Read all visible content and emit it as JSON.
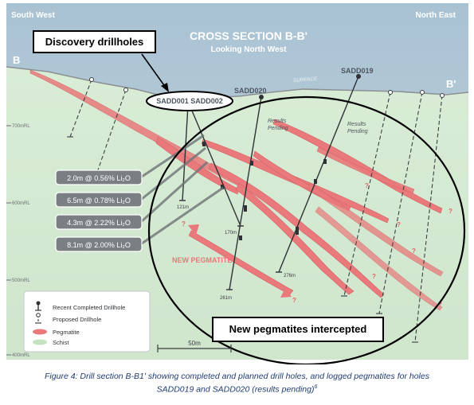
{
  "header": {
    "left_direction": "South West",
    "right_direction": "North East",
    "title": "CROSS SECTION B-B'",
    "subtitle": "Looking North West"
  },
  "section_ends": {
    "left": "B",
    "right": "B'"
  },
  "surface_label": "SURFACE",
  "elevation_labels": [
    "700mRL",
    "600mRL",
    "500mRL",
    "400mRL"
  ],
  "drillholes": {
    "sadd001_sadd002": "SADD001 SADD002",
    "sadd020": "SADD020",
    "sadd019": "SADD019",
    "depth_121": "121m",
    "depth_170": "170m",
    "depth_276": "276m",
    "depth_261": "261m",
    "results_pending_1": "Results Pending",
    "results_pending_2": "Results Pending"
  },
  "intercepts": [
    {
      "text": "2.0m @ 0.56% Li₂O"
    },
    {
      "text": "6.5m @ 0.78% Li₂O"
    },
    {
      "text": "4.3m @ 2.22% Li₂O"
    },
    {
      "text": "8.1m @ 2.00% Li₂O"
    }
  ],
  "new_pegmatite_label": "NEW PEGMATITE",
  "question_mark": "?",
  "legend": {
    "recent": "Recent Completed Drillhole",
    "proposed": "Proposed Drillhole",
    "pegmatite": "Pegmatite",
    "schist": "Schist"
  },
  "scale_bar": "50m",
  "callouts": {
    "discovery": "Discovery drillholes",
    "intercepted": "New pegmatites intercepted"
  },
  "caption": {
    "line1": "Figure 4: Drill section B-B1' showing completed and planned drill holes, and logged pegmatites for holes",
    "line2": "SADD019 and SADD020 (results pending)",
    "ref": "6"
  },
  "colors": {
    "header_bg": "#b1c8d6",
    "schist": "#d5ead2",
    "pegmatite": "#e9797a",
    "intercept_box": "#7a7f84",
    "text_dark": "#4d5560"
  }
}
